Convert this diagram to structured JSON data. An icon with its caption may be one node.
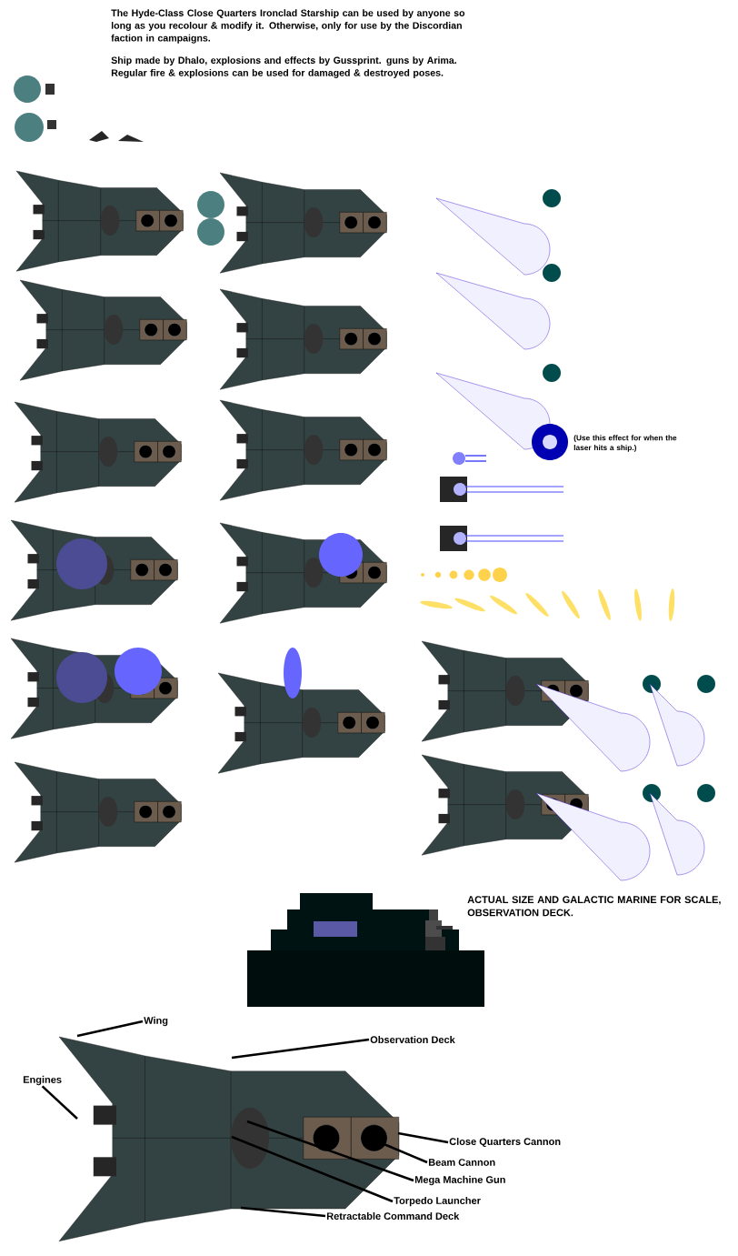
{
  "diagram": {
    "nodes": [
      {
        "text": [
          "Wing"
        ]
      },
      {
        "text": [
          "Observation Deck"
        ]
      },
      {
        "text": [
          "Engines"
        ]
      },
      {
        "text": [
          "Close Quarters Cannon"
        ]
      },
      {
        "text": [
          "Beam Cannon"
        ]
      },
      {
        "text": [
          "Mega Machine Gun"
        ]
      },
      {
        "text": [
          "Torpedo Launcher"
        ]
      },
      {
        "text": [
          "Retractable Command Deck"
        ]
      },
      {
        "text": [],
        "shape": "picture"
      }
    ],
    "edges": [
      {
        "from": 0,
        "to": 8,
        "arrow": "none"
      },
      {
        "from": 1,
        "to": 8,
        "arrow": "none"
      },
      {
        "from": 2,
        "to": 8,
        "arrow": "none"
      },
      {
        "from": 3,
        "to": 8,
        "arrow": "none"
      },
      {
        "from": 4,
        "to": 8,
        "arrow": "none"
      },
      {
        "from": 5,
        "to": 8,
        "arrow": "none"
      },
      {
        "from": 6,
        "to": 8,
        "arrow": "none"
      },
      {
        "from": 7,
        "to": 8,
        "arrow": "none"
      }
    ],
    "labels": [
      "The Hyde-Class Close Quarters Ironclad Starship can be used by anyone so long as you recolour & modify it. Otherwise, only for use by the Discordian faction in campaigns.",
      "Ship made by Dhalo, explosions and effects by Gussprint. guns by Arima. Regular fire & explosions can be used for damaged & destroyed poses.",
      "(Use this effect for when the laser hits a ship.)",
      "ACTUAL SIZE AND GALACTIC MARINE FOR SCALE, OBSERVATION DECK."
    ]
  }
}
